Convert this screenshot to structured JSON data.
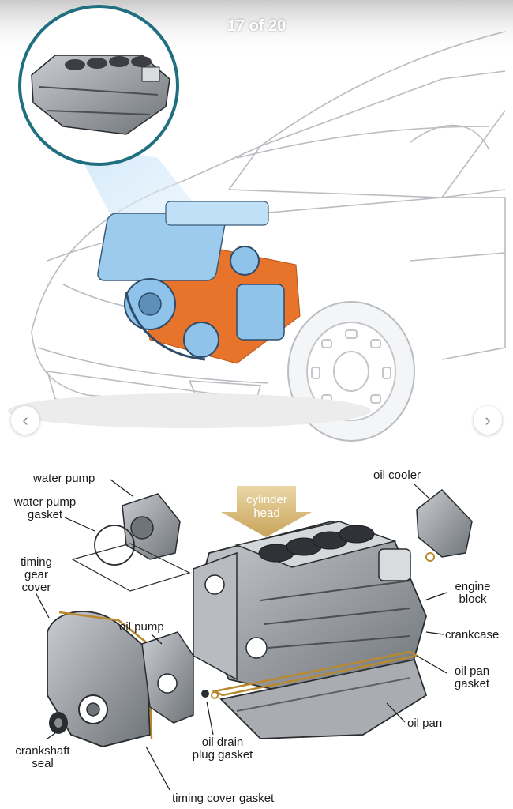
{
  "viewer": {
    "counter": "17 of 20",
    "prev_icon": "chevron-left-icon",
    "next_icon": "chevron-right-icon"
  },
  "labels": {
    "water_pump": "water pump",
    "water_pump_gasket": "water pump\ngasket",
    "timing_gear_cover": "timing\ngear\ncover",
    "oil_pump": "oil pump",
    "crankshaft_seal": "crankshaft\nseal",
    "oil_drain_plug_gasket": "oil drain\nplug gasket",
    "timing_cover_gasket": "timing cover gasket",
    "cylinder_head": "cylinder\nhead",
    "oil_cooler": "oil cooler",
    "engine_block": "engine\nblock",
    "crankcase": "crankcase",
    "oil_pan_gasket": "oil pan\ngasket",
    "oil_pan": "oil pan"
  },
  "colors": {
    "accent_teal": "#1f6f80",
    "engine_blue": "#8fc3ea",
    "engine_orange": "#e8742c",
    "arrow_gold": "#d9b66a",
    "metal_gray": "#9a9ea3"
  }
}
